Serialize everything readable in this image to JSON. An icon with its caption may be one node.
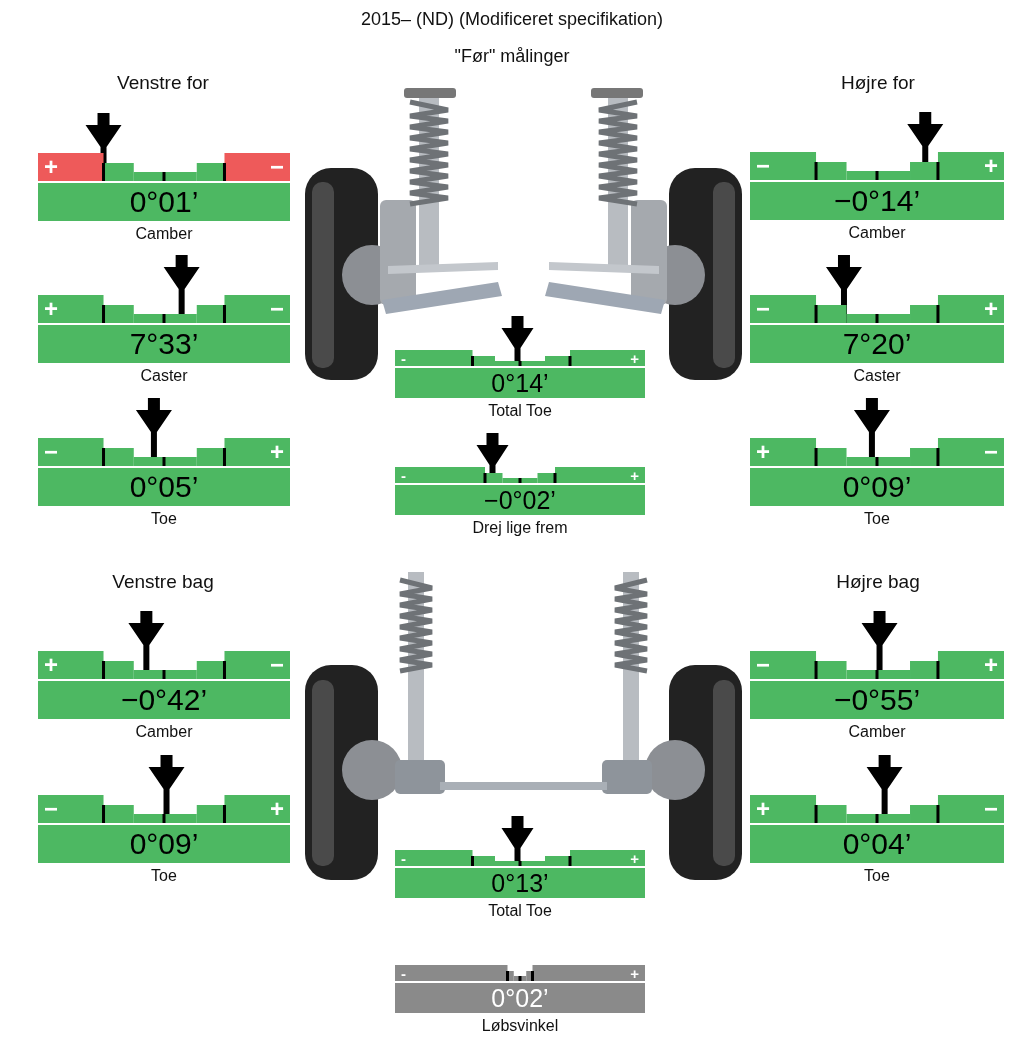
{
  "diagram": {
    "title": "2015–   (ND) (Modificeret specifikation)",
    "nodes": [
      {
        "text": [
          "+",
          "−",
          "0°01’"
        ],
        "beside": [
          "Camber"
        ]
      },
      {
        "text": [
          "−",
          "+",
          "−0°14’"
        ],
        "beside": [
          "Camber"
        ]
      },
      {
        "text": [
          "+",
          "−",
          "7°33’"
        ],
        "beside": [
          "Caster"
        ]
      },
      {
        "text": [
          "−",
          "+",
          "7°20’"
        ],
        "beside": [
          "Caster"
        ]
      },
      {
        "text": [
          "-",
          "+",
          "0°14’"
        ],
        "beside": [
          "Total Toe"
        ]
      },
      {
        "text": [
          "−",
          "+",
          "0°05’"
        ],
        "beside": [
          "Toe"
        ]
      },
      {
        "text": [
          "-",
          "+",
          "−0°02’"
        ],
        "beside": [
          "Drej lige frem"
        ]
      },
      {
        "text": [
          "+",
          "−",
          "0°09’"
        ],
        "beside": [
          "Toe"
        ]
      },
      {
        "text": [
          "+",
          "−",
          "−0°42’"
        ],
        "beside": [
          "Camber"
        ]
      },
      {
        "text": [
          "−",
          "+",
          "−0°55’"
        ],
        "beside": [
          "Camber"
        ]
      },
      {
        "text": [
          "−",
          "+",
          "0°09’"
        ],
        "beside": [
          "Toe"
        ]
      },
      {
        "text": [
          "+",
          "−",
          "0°04’"
        ],
        "beside": [
          "Toe"
        ]
      },
      {
        "text": [
          "-",
          "+",
          "0°13’"
        ],
        "beside": [
          "Total Toe"
        ]
      },
      {
        "text": [
          "-",
          "+",
          "0°02’"
        ],
        "beside": [
          "Løbsvinkel"
        ]
      }
    ],
    "labels": [
      "\"Før\" målinger",
      "Venstre for",
      "Højre for",
      "Venstre bag",
      "Højre bag"
    ]
  }
}
